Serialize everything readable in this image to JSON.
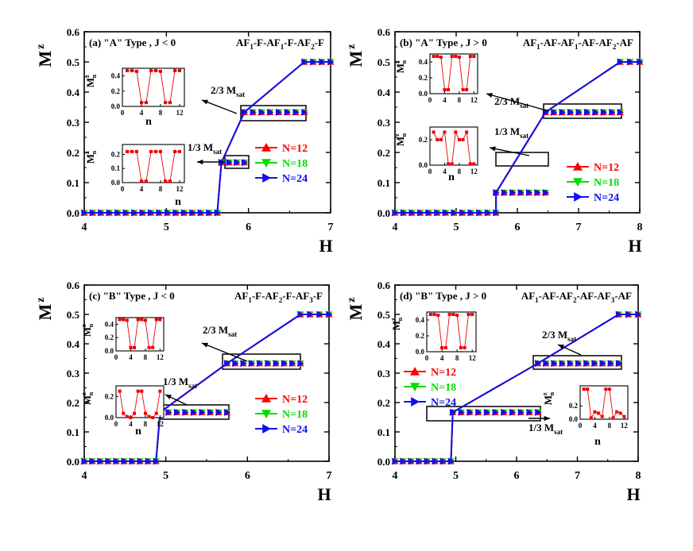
{
  "colors": {
    "n12": "#ff0000",
    "n18": "#00dd00",
    "n24": "#1010ee",
    "inset": "#ee0000"
  },
  "chart_data": [
    {
      "type": "line",
      "title": "(a) \"A\" Type , J < 0",
      "chain": [
        "AF",
        "1",
        "-F-AF",
        "1",
        "-F-AF",
        "2",
        "-F"
      ],
      "xlabel": "H",
      "ylabel": "M",
      "ylabel_sup": "z",
      "xlim": [
        4,
        7
      ],
      "ylim": [
        0,
        0.6
      ],
      "xticks": [
        "4",
        "5",
        "6",
        "7"
      ],
      "yticks": [
        "0.0",
        "0.1",
        "0.2",
        "0.3",
        "0.4",
        "0.5",
        "0.6"
      ],
      "plateau_low": [
        5.67,
        5.95,
        0.1667
      ],
      "plateau_mid": [
        5.95,
        6.68,
        0.3333
      ],
      "x": [
        4.0,
        5.62,
        5.67,
        5.95,
        6.68,
        7.0
      ],
      "series": [
        {
          "name": "N=12",
          "marker": "up",
          "values": [
            0.0,
            0.0,
            0.1667,
            0.3333,
            0.5,
            0.5
          ]
        },
        {
          "name": "N=18",
          "marker": "down",
          "values": [
            0.0,
            0.0,
            0.1667,
            0.3333,
            0.5,
            0.5
          ]
        },
        {
          "name": "N=24",
          "marker": "right",
          "values": [
            0.0,
            0.0,
            0.1667,
            0.3333,
            0.5,
            0.5
          ]
        }
      ],
      "annotations": [
        {
          "text": "2/3 M",
          "sub": "sat"
        },
        {
          "text": "1/3 M",
          "sub": "sat"
        }
      ],
      "insets": [
        {
          "ylabel": "M",
          "ylabel_sup": "z",
          "ylabel_sub": "n",
          "xlabel": "n",
          "xticks": [
            "0",
            "4",
            "8",
            "12"
          ],
          "yticks": [
            "0.0",
            "0.2",
            "0.4"
          ],
          "ylim": [
            0,
            0.5
          ],
          "n": [
            1,
            2,
            3,
            4,
            5,
            6,
            7,
            8,
            9,
            10,
            11,
            12
          ],
          "values": [
            0.47,
            0.47,
            0.46,
            0.05,
            0.05,
            0.47,
            0.47,
            0.46,
            0.05,
            0.05,
            0.47,
            0.47
          ]
        },
        {
          "ylabel": "M",
          "ylabel_sup": "z",
          "ylabel_sub": "n",
          "xlabel": "n",
          "xticks": [
            "0",
            "4",
            "8",
            "12"
          ],
          "yticks": [
            "0.0",
            "0.1",
            "0.2"
          ],
          "ylim": [
            0,
            0.27
          ],
          "n": [
            1,
            2,
            3,
            4,
            5,
            6,
            7,
            8,
            9,
            10,
            11,
            12
          ],
          "values": [
            0.22,
            0.22,
            0.22,
            0.01,
            0.01,
            0.22,
            0.22,
            0.22,
            0.01,
            0.01,
            0.22,
            0.22
          ]
        }
      ]
    },
    {
      "type": "line",
      "title": "(b) \"A\" Type , J > 0",
      "chain": [
        "AF",
        "1",
        "-AF-AF",
        "1",
        "-AF-AF",
        "2",
        "-AF"
      ],
      "xlabel": "H",
      "ylabel": "M",
      "ylabel_sup": "z",
      "xlim": [
        4,
        8
      ],
      "ylim": [
        0,
        0.6
      ],
      "xticks": [
        "4",
        "5",
        "6",
        "7",
        "8"
      ],
      "yticks": [
        "0.0",
        "0.1",
        "0.2",
        "0.3",
        "0.4",
        "0.5",
        "0.6"
      ],
      "plateau_low": [
        5.65,
        6.46,
        0.0667
      ],
      "plateau_mid": [
        6.46,
        7.68,
        0.3333
      ],
      "x": [
        4.0,
        5.65,
        5.65,
        6.46,
        7.68,
        8.0
      ],
      "series": [
        {
          "name": "N=12",
          "marker": "up",
          "values": [
            0.0,
            0.0,
            0.0667,
            0.3333,
            0.5,
            0.5
          ]
        },
        {
          "name": "N=18",
          "marker": "down",
          "values": [
            0.0,
            0.0,
            0.0667,
            0.3333,
            0.5,
            0.5
          ]
        },
        {
          "name": "N=24",
          "marker": "right",
          "values": [
            0.0,
            0.0,
            0.0667,
            0.3333,
            0.5,
            0.5
          ]
        }
      ],
      "annotations": [
        {
          "text": "2/3 M",
          "sub": "sat"
        },
        {
          "text": "1/3 M",
          "sub": "sat"
        }
      ],
      "insets": [
        {
          "ylabel": "M",
          "ylabel_sup": "z",
          "ylabel_sub": "n",
          "xlabel": "",
          "xticks": [
            "0",
            "4",
            "8",
            "12"
          ],
          "yticks": [
            "0.0",
            "0.2",
            "0.4"
          ],
          "ylim": [
            0,
            0.5
          ],
          "n": [
            1,
            2,
            3,
            4,
            5,
            6,
            7,
            8,
            9,
            10,
            11,
            12
          ],
          "values": [
            0.47,
            0.47,
            0.46,
            0.05,
            0.05,
            0.47,
            0.47,
            0.46,
            0.05,
            0.05,
            0.47,
            0.47
          ]
        },
        {
          "ylabel": "M",
          "ylabel_sup": "z",
          "ylabel_sub": "n",
          "xlabel": "n",
          "xticks": [
            "0",
            "4",
            "8",
            "12"
          ],
          "yticks": [
            "0.0",
            "0.2"
          ],
          "ylim": [
            0,
            0.3
          ],
          "n": [
            1,
            2,
            3,
            4,
            5,
            6,
            7,
            8,
            9,
            10,
            11,
            12
          ],
          "values": [
            0.26,
            0.2,
            0.2,
            0.26,
            0.01,
            0.01,
            0.26,
            0.2,
            0.2,
            0.26,
            0.01,
            0.01
          ]
        }
      ]
    },
    {
      "type": "line",
      "title": "(c) \"B\" Type , J < 0",
      "chain": [
        "AF",
        "1",
        "-F-AF",
        "2",
        "-F-AF",
        "3",
        "-F"
      ],
      "xlabel": "H",
      "ylabel": "M",
      "ylabel_sup": "z",
      "xlim": [
        4,
        7
      ],
      "ylim": [
        0,
        0.6
      ],
      "xticks": [
        "4",
        "5",
        "6",
        "7"
      ],
      "yticks": [
        "0.0",
        "0.1",
        "0.2",
        "0.3",
        "0.4",
        "0.5",
        "0.6"
      ],
      "plateau_low": [
        4.93,
        5.75,
        0.1667
      ],
      "plateau_mid": [
        5.75,
        6.65,
        0.3333
      ],
      "x": [
        4.0,
        4.88,
        4.93,
        5.75,
        6.65,
        7.0
      ],
      "series": [
        {
          "name": "N=12",
          "marker": "up",
          "values": [
            0.0,
            0.0,
            0.1667,
            0.3333,
            0.5,
            0.5
          ]
        },
        {
          "name": "N=18",
          "marker": "down",
          "values": [
            0.0,
            0.0,
            0.1667,
            0.3333,
            0.5,
            0.5
          ]
        },
        {
          "name": "N=24",
          "marker": "right",
          "values": [
            0.0,
            0.0,
            0.1667,
            0.3333,
            0.5,
            0.5
          ]
        }
      ],
      "annotations": [
        {
          "text": "2/3 M",
          "sub": "sat"
        },
        {
          "text": "1/3 M",
          "sub": "sat"
        }
      ],
      "insets": [
        {
          "ylabel": "M",
          "ylabel_sup": "z",
          "ylabel_sub": "n",
          "xlabel": "",
          "xticks": [
            "0",
            "4",
            "8",
            "12"
          ],
          "yticks": [
            "0.0",
            "0.2",
            "0.4"
          ],
          "ylim": [
            0,
            0.5
          ],
          "n": [
            1,
            2,
            3,
            4,
            5,
            6,
            7,
            8,
            9,
            10,
            11,
            12
          ],
          "values": [
            0.47,
            0.47,
            0.46,
            0.05,
            0.05,
            0.47,
            0.47,
            0.46,
            0.05,
            0.05,
            0.47,
            0.47
          ]
        },
        {
          "ylabel": "M",
          "ylabel_sup": "z",
          "ylabel_sub": "n",
          "xlabel": "n",
          "xticks": [
            "0",
            "4",
            "8",
            "12"
          ],
          "yticks": [
            "0.0",
            "0.2"
          ],
          "ylim": [
            0,
            0.3
          ],
          "n": [
            1,
            2,
            3,
            4,
            5,
            6,
            7,
            8,
            9,
            10,
            11,
            12
          ],
          "values": [
            0.25,
            0.04,
            0.01,
            0.0,
            0.04,
            0.25,
            0.25,
            0.04,
            0.01,
            0.0,
            0.04,
            0.25
          ]
        }
      ]
    },
    {
      "type": "line",
      "title": "(d) \"B\" Type , J > 0",
      "chain": [
        "AF",
        "1",
        "-AF-AF",
        "2",
        "-AF-AF",
        "3",
        "-AF"
      ],
      "xlabel": "H",
      "ylabel": "M",
      "ylabel_sup": "z",
      "xlim": [
        4,
        8
      ],
      "ylim": [
        0,
        0.6
      ],
      "xticks": [
        "4",
        "5",
        "6",
        "7",
        "8"
      ],
      "yticks": [
        "0.0",
        "0.1",
        "0.2",
        "0.3",
        "0.4",
        "0.5",
        "0.6"
      ],
      "plateau_low": [
        4.95,
        6.35,
        0.1667
      ],
      "plateau_mid": [
        6.35,
        7.68,
        0.3333
      ],
      "x": [
        4.0,
        4.92,
        4.95,
        6.35,
        7.68,
        8.0
      ],
      "series": [
        {
          "name": "N=12",
          "marker": "up",
          "values": [
            0.0,
            0.0,
            0.1667,
            0.3333,
            0.5,
            0.5
          ]
        },
        {
          "name": "N=18",
          "marker": "down",
          "values": [
            0.0,
            0.0,
            0.1667,
            0.3333,
            0.5,
            0.5
          ]
        },
        {
          "name": "N=24",
          "marker": "right",
          "values": [
            0.0,
            0.0,
            0.1667,
            0.3333,
            0.5,
            0.5
          ]
        }
      ],
      "annotations": [
        {
          "text": "2/3 M",
          "sub": "sat"
        },
        {
          "text": "1/3 M",
          "sub": "sat"
        }
      ],
      "insets": [
        {
          "ylabel": "M",
          "ylabel_sup": "z",
          "ylabel_sub": "n",
          "xlabel": "",
          "xticks": [
            "0",
            "4",
            "8",
            "12"
          ],
          "yticks": [
            "0.0",
            "0.2",
            "0.4"
          ],
          "ylim": [
            0,
            0.5
          ],
          "n": [
            1,
            2,
            3,
            4,
            5,
            6,
            7,
            8,
            9,
            10,
            11,
            12
          ],
          "values": [
            0.47,
            0.47,
            0.46,
            0.05,
            0.05,
            0.47,
            0.47,
            0.46,
            0.05,
            0.05,
            0.47,
            0.47
          ]
        },
        {
          "ylabel": "M",
          "ylabel_sup": "z",
          "ylabel_sub": "n",
          "xlabel": "n",
          "xticks": [
            "0",
            "4",
            "8",
            "12"
          ],
          "yticks": [
            "0.0",
            "0.2"
          ],
          "ylim": [
            0,
            0.5
          ],
          "n": [
            1,
            2,
            3,
            4,
            5,
            6,
            7,
            8,
            9,
            10,
            11,
            12
          ],
          "values": [
            0.45,
            0.45,
            0.02,
            0.11,
            0.09,
            0.04,
            0.45,
            0.45,
            0.02,
            0.11,
            0.09,
            0.04
          ]
        }
      ]
    }
  ]
}
